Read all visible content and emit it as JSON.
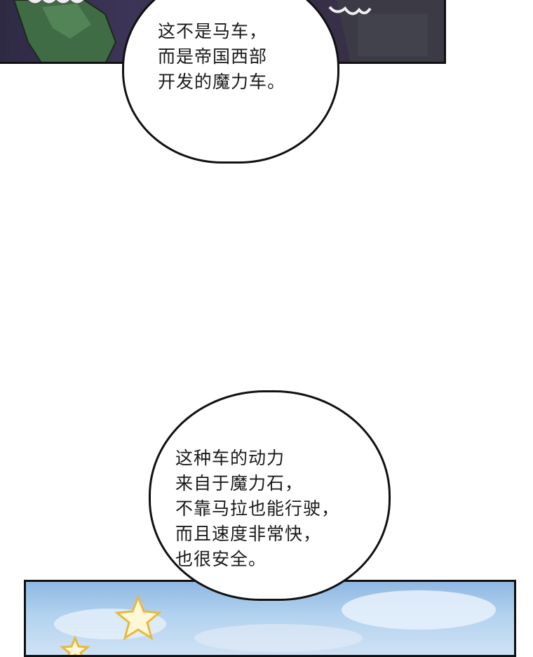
{
  "panels": {
    "top": {
      "description_icon": "dark-illustration-panel"
    },
    "bottom": {
      "description_icon": "sky-illustration-panel"
    }
  },
  "bubble_1": {
    "lines": [
      "这不是马车，",
      "而是帝国西部",
      "开发的魔力车。"
    ]
  },
  "bubble_2": {
    "lines": [
      "这种车的动力",
      "来自于魔力石，",
      "不靠马拉也能行驶，",
      "而且速度非常快，",
      "也很安全。"
    ]
  },
  "colors": {
    "outline": "#111111",
    "sky": "#9fc4ea",
    "star_fill": "#fff8d8",
    "star_stroke": "#e8b93a"
  }
}
